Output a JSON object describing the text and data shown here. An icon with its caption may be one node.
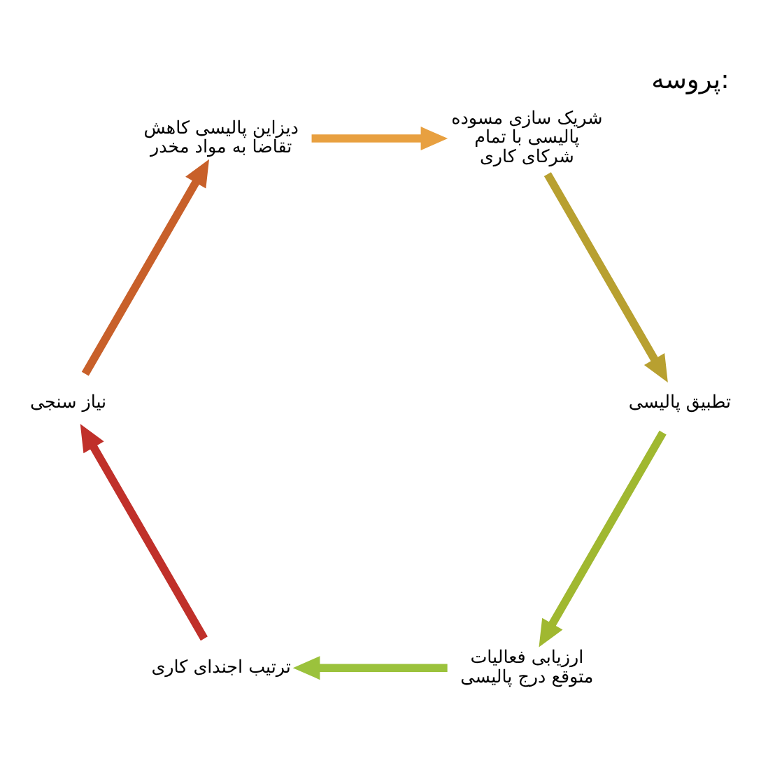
{
  "diagram": {
    "title": "پروسه:",
    "nodes": [
      {
        "text": [
          "ترتیب اجندای کاری"
        ]
      },
      {
        "text": [
          "نیاز سنجی"
        ]
      },
      {
        "text": [
          "دیزاین پالیسی کاهش تقاضا به مواد مخدر"
        ]
      },
      {
        "text": [
          "شریک سازی مسوده پالیسی با تمام شرکای کاری"
        ]
      },
      {
        "text": [
          "تطبیق پالیسی"
        ]
      },
      {
        "text": [
          "ارزیابی فعالیات متوقع درج پالیسی"
        ]
      }
    ],
    "edges": [
      {
        "from": 0,
        "to": 1,
        "arrow": "to",
        "color": "#c0302a"
      },
      {
        "from": 1,
        "to": 2,
        "arrow": "to",
        "color": "#c8602a"
      },
      {
        "from": 2,
        "to": 3,
        "arrow": "to",
        "color": "#e8a040"
      },
      {
        "from": 3,
        "to": 4,
        "arrow": "to",
        "color": "#b8a030"
      },
      {
        "from": 4,
        "to": 5,
        "arrow": "to",
        "color": "#a0b830"
      },
      {
        "from": 5,
        "to": 0,
        "arrow": "to",
        "color": "#9bc23c"
      }
    ]
  }
}
